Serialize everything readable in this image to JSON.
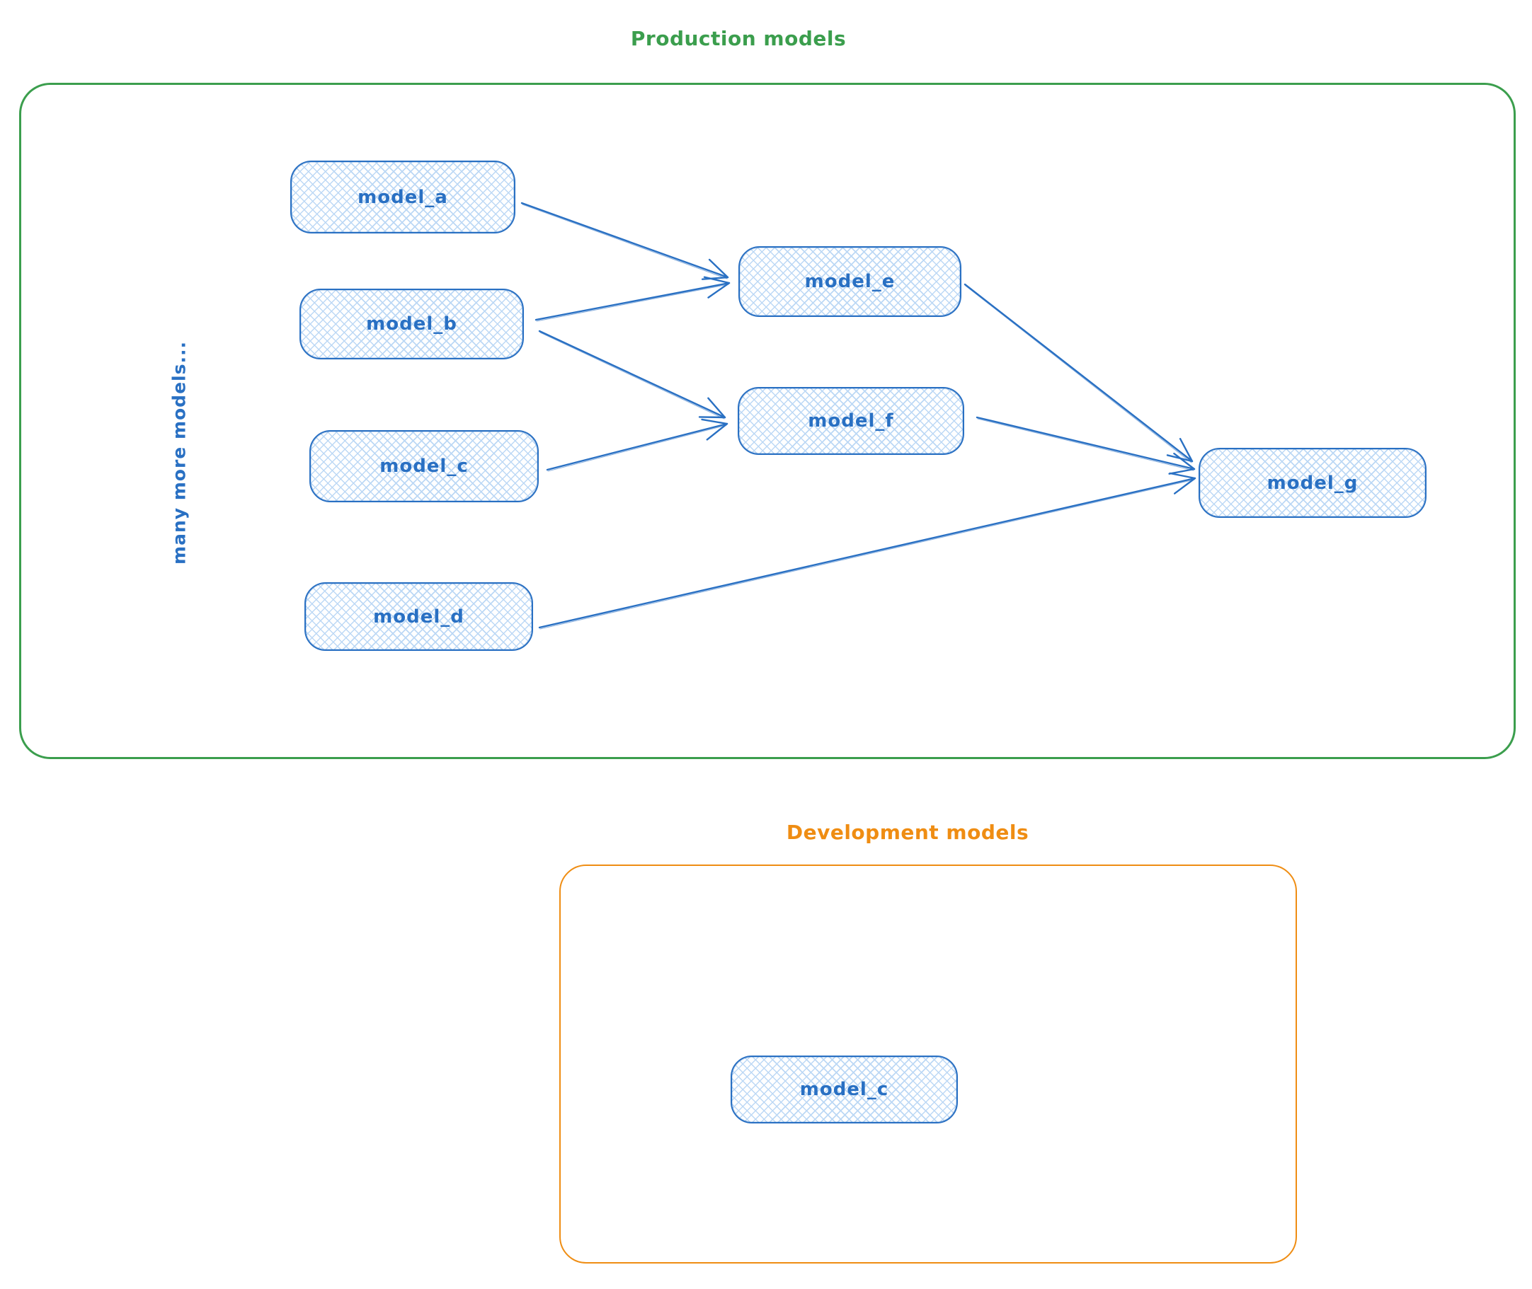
{
  "colors": {
    "green": "#3b9e4d",
    "orange": "#ef8d13",
    "blue": "#2970c3",
    "blue_hatch": "#bcd8f5"
  },
  "production": {
    "title": "Production models",
    "side_label": "many more models...",
    "nodes": {
      "model_a": {
        "label": "model_a"
      },
      "model_b": {
        "label": "model_b"
      },
      "model_c": {
        "label": "model_c"
      },
      "model_d": {
        "label": "model_d"
      },
      "model_e": {
        "label": "model_e"
      },
      "model_f": {
        "label": "model_f"
      },
      "model_g": {
        "label": "model_g"
      }
    },
    "edges": [
      {
        "from": "model_a",
        "to": "model_e"
      },
      {
        "from": "model_b",
        "to": "model_e"
      },
      {
        "from": "model_b",
        "to": "model_f"
      },
      {
        "from": "model_c",
        "to": "model_f"
      },
      {
        "from": "model_e",
        "to": "model_g"
      },
      {
        "from": "model_f",
        "to": "model_g"
      },
      {
        "from": "model_d",
        "to": "model_g"
      }
    ]
  },
  "development": {
    "title": "Development models",
    "nodes": {
      "model_c": {
        "label": "model_c"
      }
    }
  }
}
